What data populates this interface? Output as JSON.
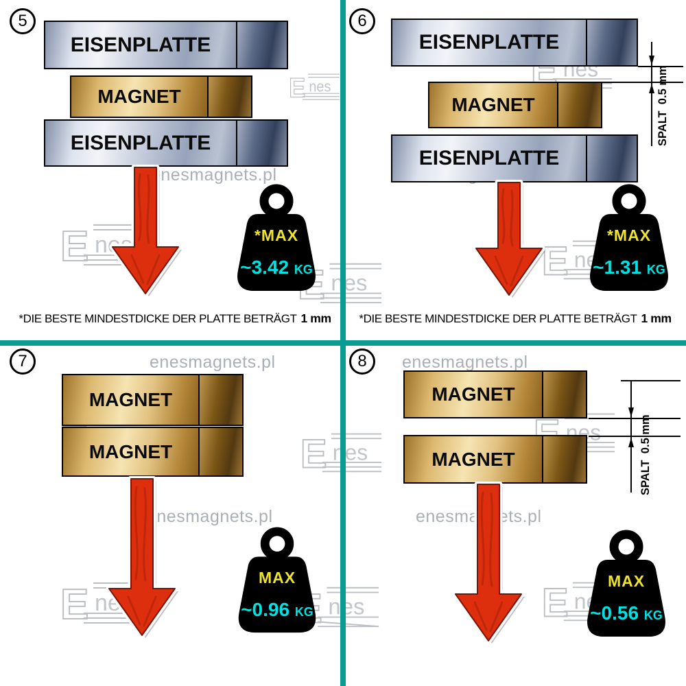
{
  "page": {
    "type": "magnet-holding-force-diagram"
  },
  "colors": {
    "divider": "#0a9b92",
    "max_label": "#efe32b",
    "value_text": "#00e1e1",
    "arrow_red": "#dd2f0e",
    "watermark_gray": "#969ba4"
  },
  "watermark": {
    "site": "enesmagnets.pl",
    "logo_e": "E",
    "logo_nes": "nes"
  },
  "footnote": {
    "text": "*DIE BESTE MINDESTDICKE DER PLATTE BETRÄGT",
    "bold": "1 mm"
  },
  "panels": [
    {
      "number": "5",
      "plate_top": "EISENPLATTE",
      "magnet": "MAGNET",
      "plate_bottom": "EISENPLATTE",
      "max_label": "*MAX",
      "value": "~3.42",
      "unit": "KG"
    },
    {
      "number": "6",
      "plate_top": "EISENPLATTE",
      "magnet": "MAGNET",
      "plate_bottom": "EISENPLATTE",
      "max_label": "*MAX",
      "value": "~1.31",
      "unit": "KG",
      "gap_label": "SPALT  0.5 mm"
    },
    {
      "number": "7",
      "magnet_top": "MAGNET",
      "magnet_bottom": "MAGNET",
      "max_label": "MAX",
      "value": "~0.96",
      "unit": "KG"
    },
    {
      "number": "8",
      "magnet_top": "MAGNET",
      "magnet_bottom": "MAGNET",
      "max_label": "MAX",
      "value": "~0.56",
      "unit": "KG",
      "gap_label": "SPALT  0.5 mm"
    }
  ]
}
